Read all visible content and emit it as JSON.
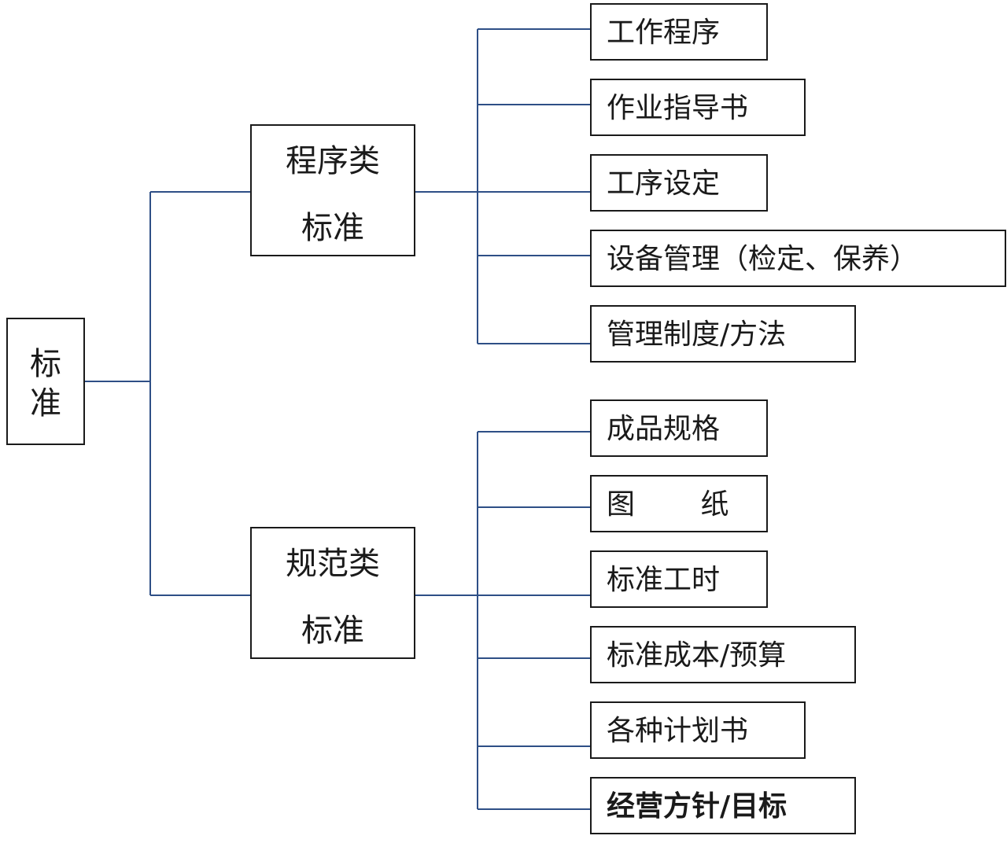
{
  "root": {
    "lines": [
      "标",
      "准"
    ]
  },
  "branches": [
    {
      "lines": [
        "程序类",
        "标准"
      ],
      "leaves": [
        {
          "text": "工作程序"
        },
        {
          "text": "作业指导书"
        },
        {
          "text": "工序设定"
        },
        {
          "text": "设备管理（检定、保养）"
        },
        {
          "text": "管理制度/方法"
        }
      ]
    },
    {
      "lines": [
        "规范类",
        "标准"
      ],
      "leaves": [
        {
          "text": "成品规格"
        },
        {
          "text": "图　　 纸"
        },
        {
          "text": "标准工时"
        },
        {
          "text": "标准成本/预算"
        },
        {
          "text": "各种计划书"
        },
        {
          "text": "经营方针/目标",
          "bold": true
        }
      ]
    }
  ],
  "colors": {
    "connector": "#2e4f86",
    "box_border": "#1a1a1a",
    "text": "#1a1a1a",
    "background": "#ffffff"
  }
}
